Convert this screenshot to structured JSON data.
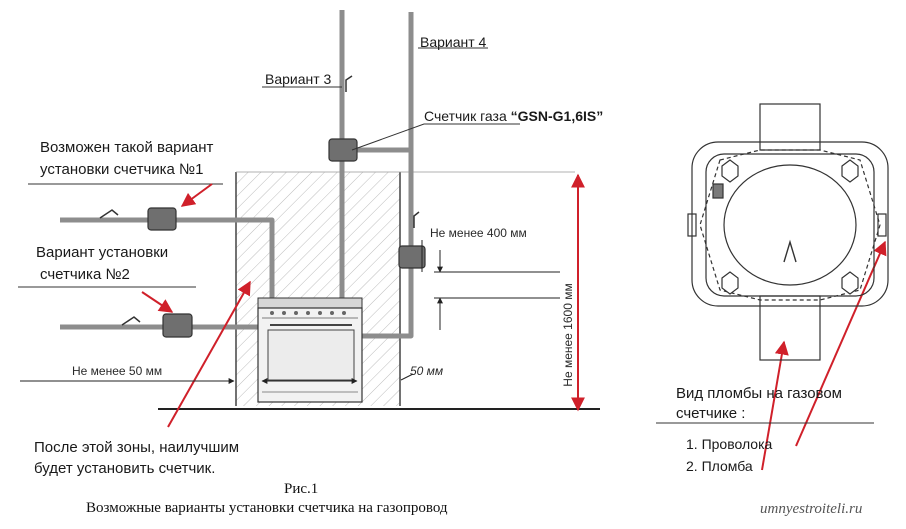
{
  "labels": {
    "variant3": "Вариант 3",
    "variant4": "Вариант 4",
    "meter_prefix": "Счетчик газа",
    "meter_model": "“GSN-G1,6IS”",
    "possible_line1": "Возможен такой вариант",
    "possible_line2": "установки счетчика №1",
    "variant2_line1": "Вариант установки",
    "variant2_line2": "счетчика №2",
    "min400": "Не менее 400 мм",
    "min50": "Не менее 50 мм",
    "dim50": "50 мм",
    "min1600": "Не менее 1600 мм",
    "zone_line1": "После этой зоны, наилучшим",
    "zone_line2": "будет установить счетчик."
  },
  "seal": {
    "title_line1": "Вид пломбы на газовом",
    "title_line2": "счетчике   :",
    "item1": "1. Проволока",
    "item2": "2. Пломба"
  },
  "caption": {
    "fig": "Рис.1",
    "text": "Возможные варианты установки счетчика на газопровод"
  },
  "watermark": "umnyestroiteli.ru",
  "colors": {
    "arrow": "#d0202a",
    "pipe": "#8d8d8d",
    "meter": "#6f6f6f"
  }
}
